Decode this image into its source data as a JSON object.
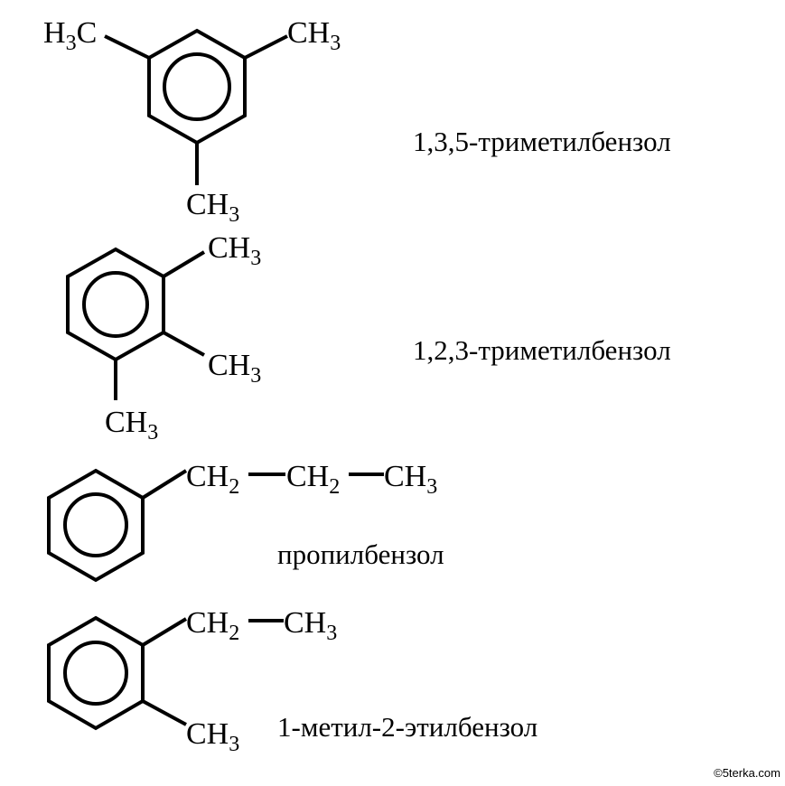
{
  "molecules": [
    {
      "name": "1,3,5-триметилбензол",
      "groups": {
        "top_left": {
          "main": "H",
          "sub": "3",
          "tail": "C"
        },
        "top_right": {
          "main": "CH",
          "sub": "3"
        },
        "bottom": {
          "main": "CH",
          "sub": "3"
        }
      }
    },
    {
      "name": "1,2,3-триметилбензол",
      "groups": {
        "top": {
          "main": "CH",
          "sub": "3"
        },
        "middle": {
          "main": "CH",
          "sub": "3"
        },
        "bottom": {
          "main": "CH",
          "sub": "3"
        }
      }
    },
    {
      "name": "пропилбензол",
      "chain": [
        {
          "main": "CH",
          "sub": "2"
        },
        {
          "main": "CH",
          "sub": "2"
        },
        {
          "main": "CH",
          "sub": "3"
        }
      ]
    },
    {
      "name": "1-метил-2-этилбензол",
      "chain": [
        {
          "main": "CH",
          "sub": "2"
        },
        {
          "main": "CH",
          "sub": "3"
        }
      ],
      "groups": {
        "bottom": {
          "main": "CH",
          "sub": "3"
        }
      }
    }
  ],
  "watermark": "©5terka.com"
}
